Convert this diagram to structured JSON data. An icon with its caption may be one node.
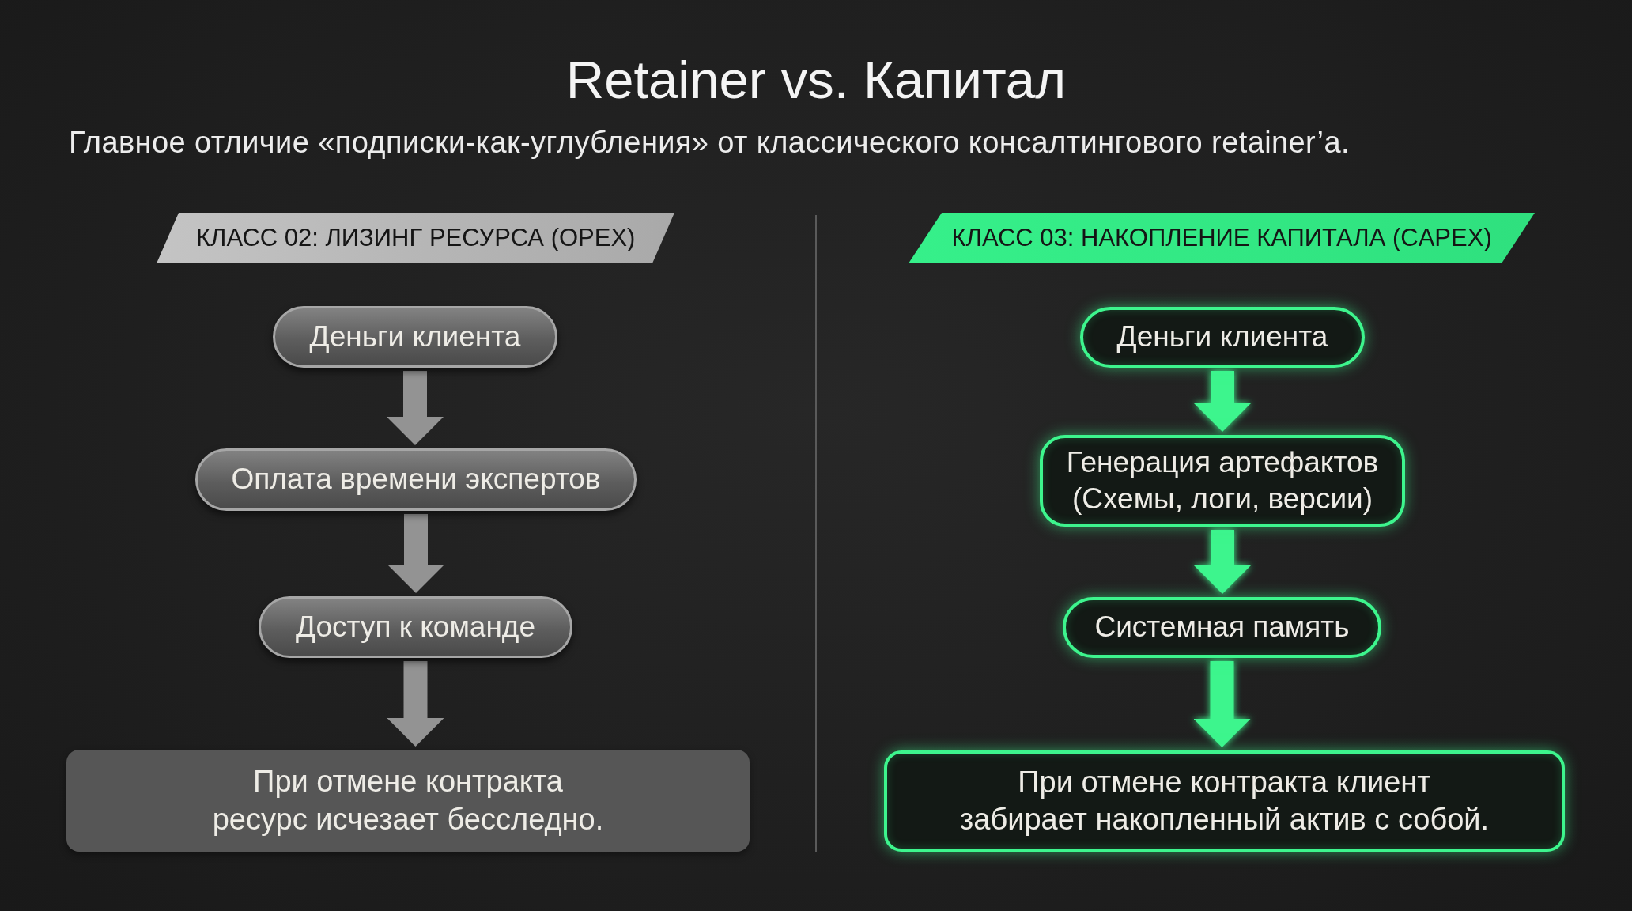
{
  "diagram": {
    "title": "Retainer vs. Капитал",
    "nodes": [
      {
        "text": [
          "КЛАСС 02: ЛИЗИНГ РЕСУРСА (OPEX)"
        ]
      },
      {
        "text": [
          "Деньги клиента"
        ]
      },
      {
        "text": [
          "Оплата времени экспертов"
        ]
      },
      {
        "text": [
          "Доступ к команде"
        ]
      },
      {
        "text": [
          "При отмене контракта ресурс исчезает бесследно."
        ]
      },
      {
        "text": [
          "КЛАСС 03: НАКОПЛЕНИЕ КАПИТАЛА (CAPEX)"
        ]
      },
      {
        "text": [
          "Деньги клиента"
        ]
      },
      {
        "text": [
          "Генерация артефактов (Схемы, логи, версии)"
        ]
      },
      {
        "text": [
          "Системная память"
        ]
      },
      {
        "text": [
          "При отмене контракта клиент забирает накопленный актив с собой."
        ]
      }
    ],
    "edges": [
      {
        "from": 1,
        "to": 2,
        "arrow": "to"
      },
      {
        "from": 2,
        "to": 3,
        "arrow": "to"
      },
      {
        "from": 3,
        "to": 4,
        "arrow": "to"
      },
      {
        "from": 6,
        "to": 7,
        "arrow": "to",
        "color": "#3df58d"
      },
      {
        "from": 7,
        "to": 8,
        "arrow": "to",
        "color": "#3df58d"
      },
      {
        "from": 8,
        "to": 9,
        "arrow": "to",
        "color": "#3df58d"
      }
    ],
    "labels": [
      "Главное отличие «подписки-как-углубления» от классического консалтингового retainer’a."
    ]
  }
}
